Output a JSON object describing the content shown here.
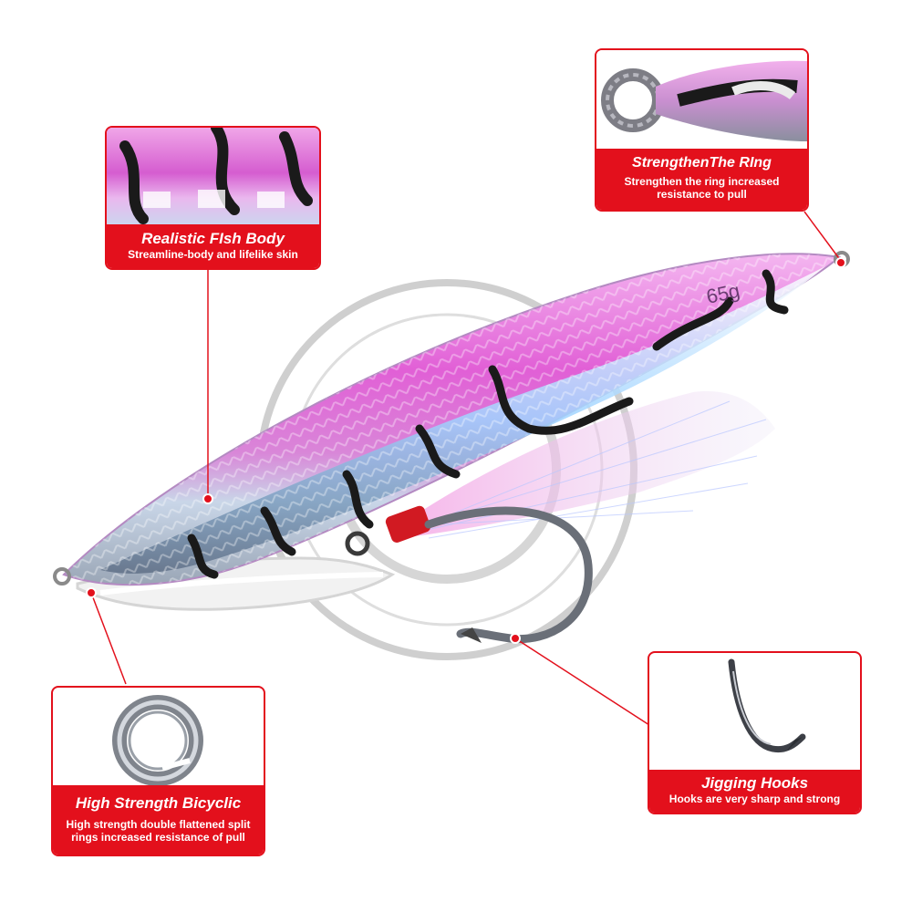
{
  "product": {
    "weight_label": "65g"
  },
  "callouts": {
    "fish_body": {
      "title": "Realistic FIsh Body",
      "description": "Streamline-body and lifelike skin"
    },
    "ring": {
      "title": "StrengthenThe RIng",
      "description_line1": "Strengthen the ring increased",
      "description_line2": "resistance to pull"
    },
    "split_ring": {
      "title": "High Strength Bicyclic",
      "description_line1": "High strength double flattened split",
      "description_line2": "rings increased resistance of pull"
    },
    "hooks": {
      "title": "Jigging Hooks",
      "description": "Hooks are very sharp and strong"
    }
  },
  "colors": {
    "accent_red": "#e3101c",
    "lure_pink": "#e15fd6",
    "lure_silver": "#d9e4ef"
  }
}
